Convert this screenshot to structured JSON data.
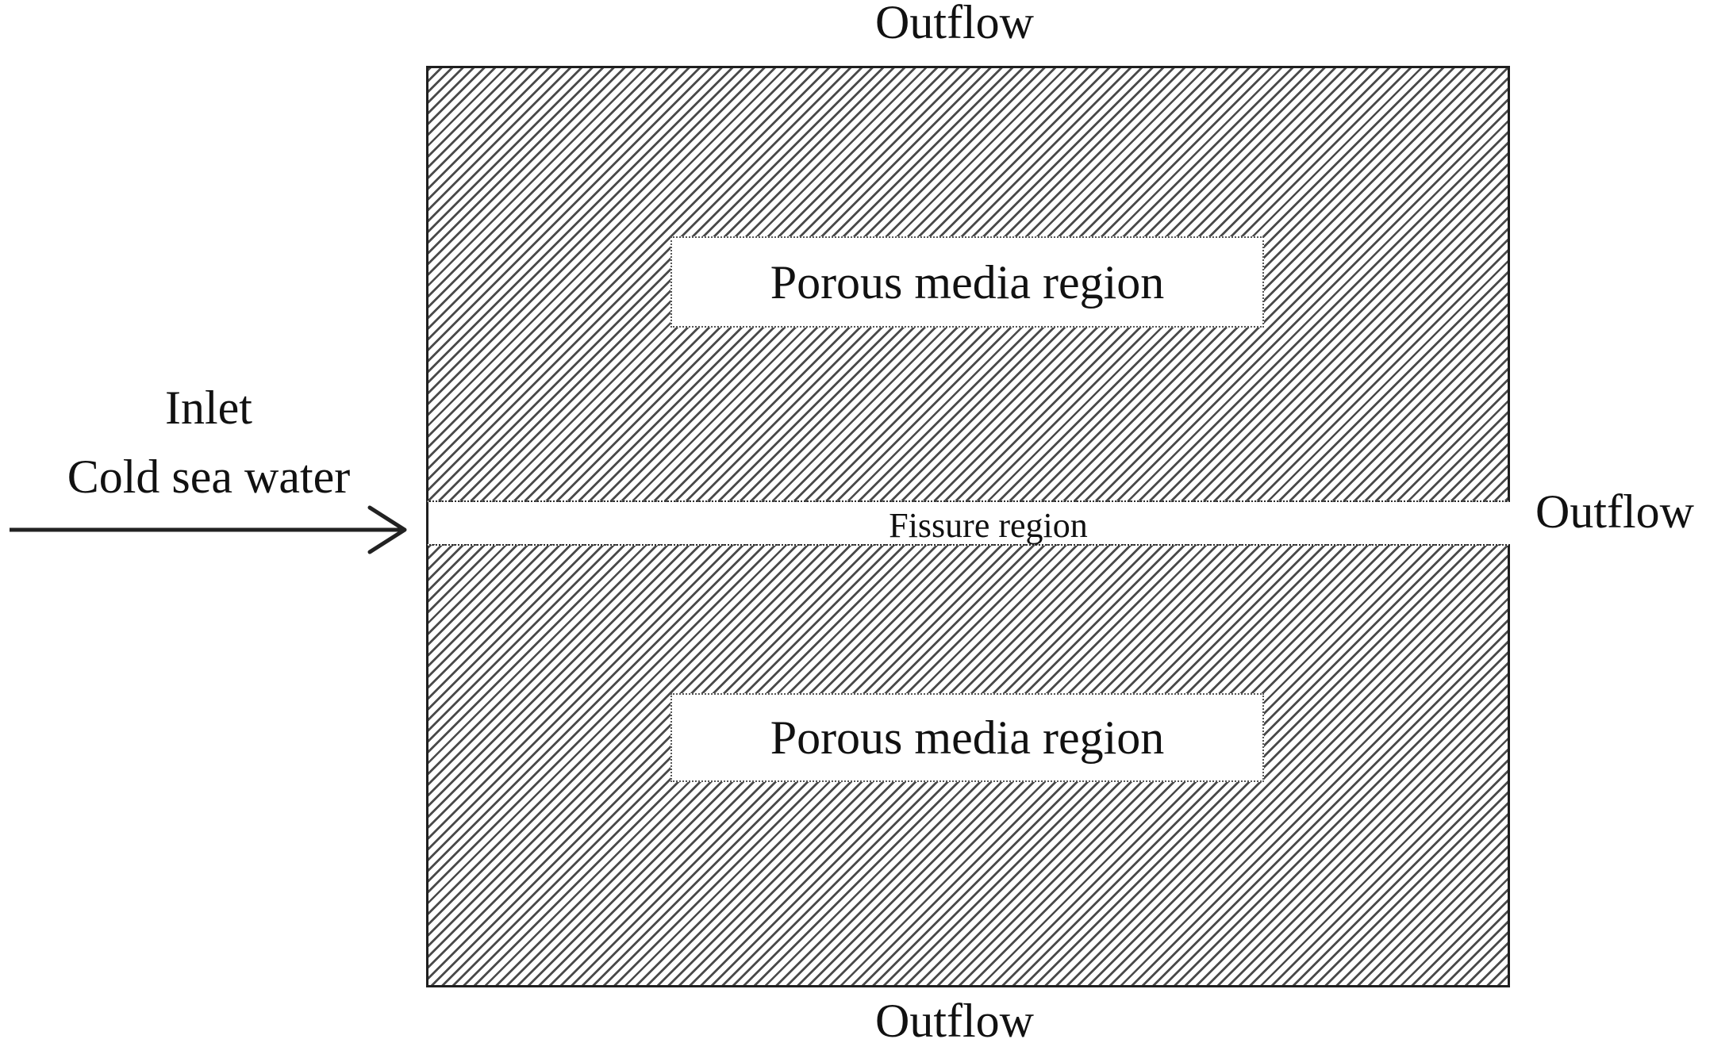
{
  "diagram": {
    "outflow_labels": {
      "top": "Outflow",
      "right": "Outflow",
      "bottom": "Outflow"
    },
    "inlet": {
      "line1": "Inlet",
      "line2": "Cold sea water"
    },
    "regions": {
      "porous_top": "Porous media region",
      "porous_bottom": "Porous media region",
      "fissure": "Fissure region"
    },
    "icons": {
      "inlet_arrow": "right-arrow-icon"
    },
    "colors": {
      "hatch_line": "#4a4a4a",
      "border": "#1f1f1f",
      "text": "#111111",
      "background": "#ffffff"
    }
  }
}
